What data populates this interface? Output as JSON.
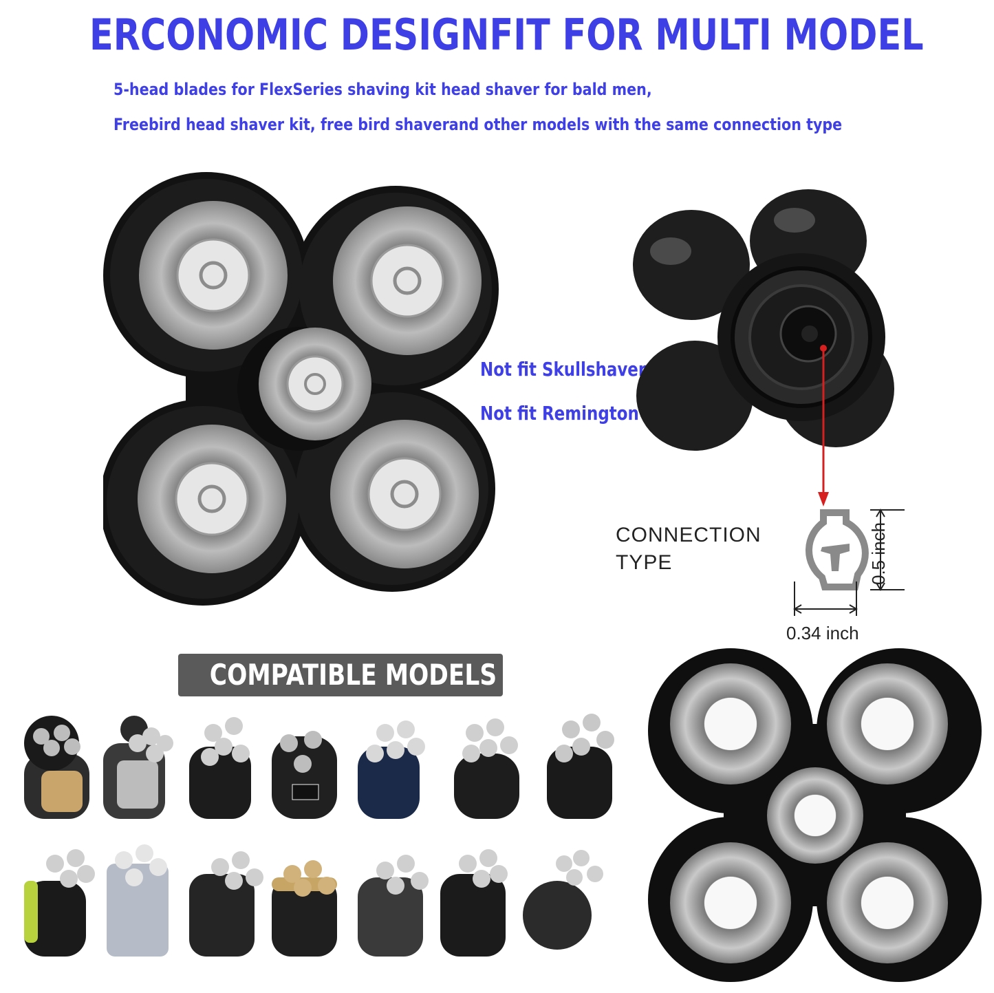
{
  "headline": "ERCONOMIC DESIGNFIT FOR MULTI MODEL",
  "subtitle_lines": [
    "5-head blades for FlexSeries shaving kit head shaver for bald men,",
    "Freebird head shaver kit, free bird shaverand other models with the same connection type"
  ],
  "not_fit": [
    "Not fit Skullshaver",
    "Not fit Remington"
  ],
  "connection": {
    "label_line1": "CONNECTION",
    "label_line2": "TYPE",
    "height_label": "0.5 inch",
    "width_label": "0.34 inch"
  },
  "compatible_label": "COMPATIBLE MODELS",
  "colors": {
    "headline": "#3f3fe6",
    "subtitle": "#3f3fe6",
    "not_fit": "#3f3fe6",
    "arrow": "#d61f1f",
    "product": "#111111"
  }
}
